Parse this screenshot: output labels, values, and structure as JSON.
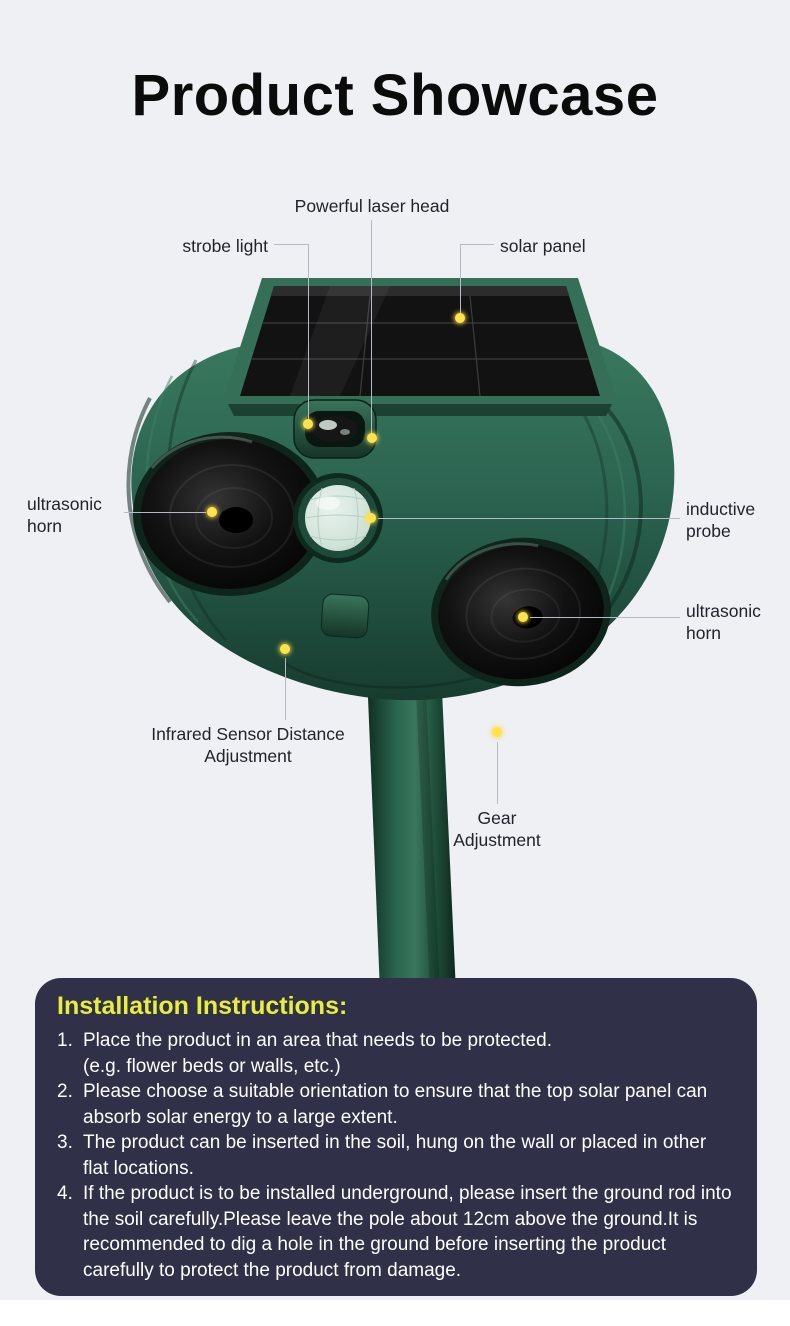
{
  "title": "Product Showcase",
  "callouts": {
    "laser_head": "Powerful laser head",
    "strobe_light": "strobe light",
    "solar_panel": "solar panel",
    "ultrasonic_horn_left": "ultrasonic horn",
    "inductive_probe": "inductive probe",
    "ultrasonic_horn_right": "ultrasonic horn",
    "infrared_sensor_adjustment": "Infrared Sensor Distance Adjustment",
    "gear_adjustment": "Gear Adjustment"
  },
  "instructions": {
    "heading": "Installation Instructions:",
    "items": [
      {
        "n": "1.",
        "text": "Place the product in an area that needs to be protected.\n(e.g. flower beds or walls, etc.)"
      },
      {
        "n": "2.",
        "text": "Please choose a suitable orientation to ensure that the top solar panel can absorb solar energy to a large extent."
      },
      {
        "n": "3.",
        "text": "The product can be inserted in the soil, hung on the wall or placed in other flat locations."
      },
      {
        "n": "4.",
        "text": "If the product is to be installed underground, please insert the ground rod into the soil carefully.Please leave the pole about 12cm above the ground.It is recommended to dig a hole in the ground before inserting the product carefully to protect the product from damage."
      }
    ]
  },
  "colors": {
    "background": "#eef0f4",
    "panel_background": "#303048",
    "heading_yellow": "#e7ee3c",
    "marker_yellow": "#ffe34d",
    "product_green": "#2b6350",
    "text_dark": "#20242a",
    "text_light": "#ffffff"
  }
}
